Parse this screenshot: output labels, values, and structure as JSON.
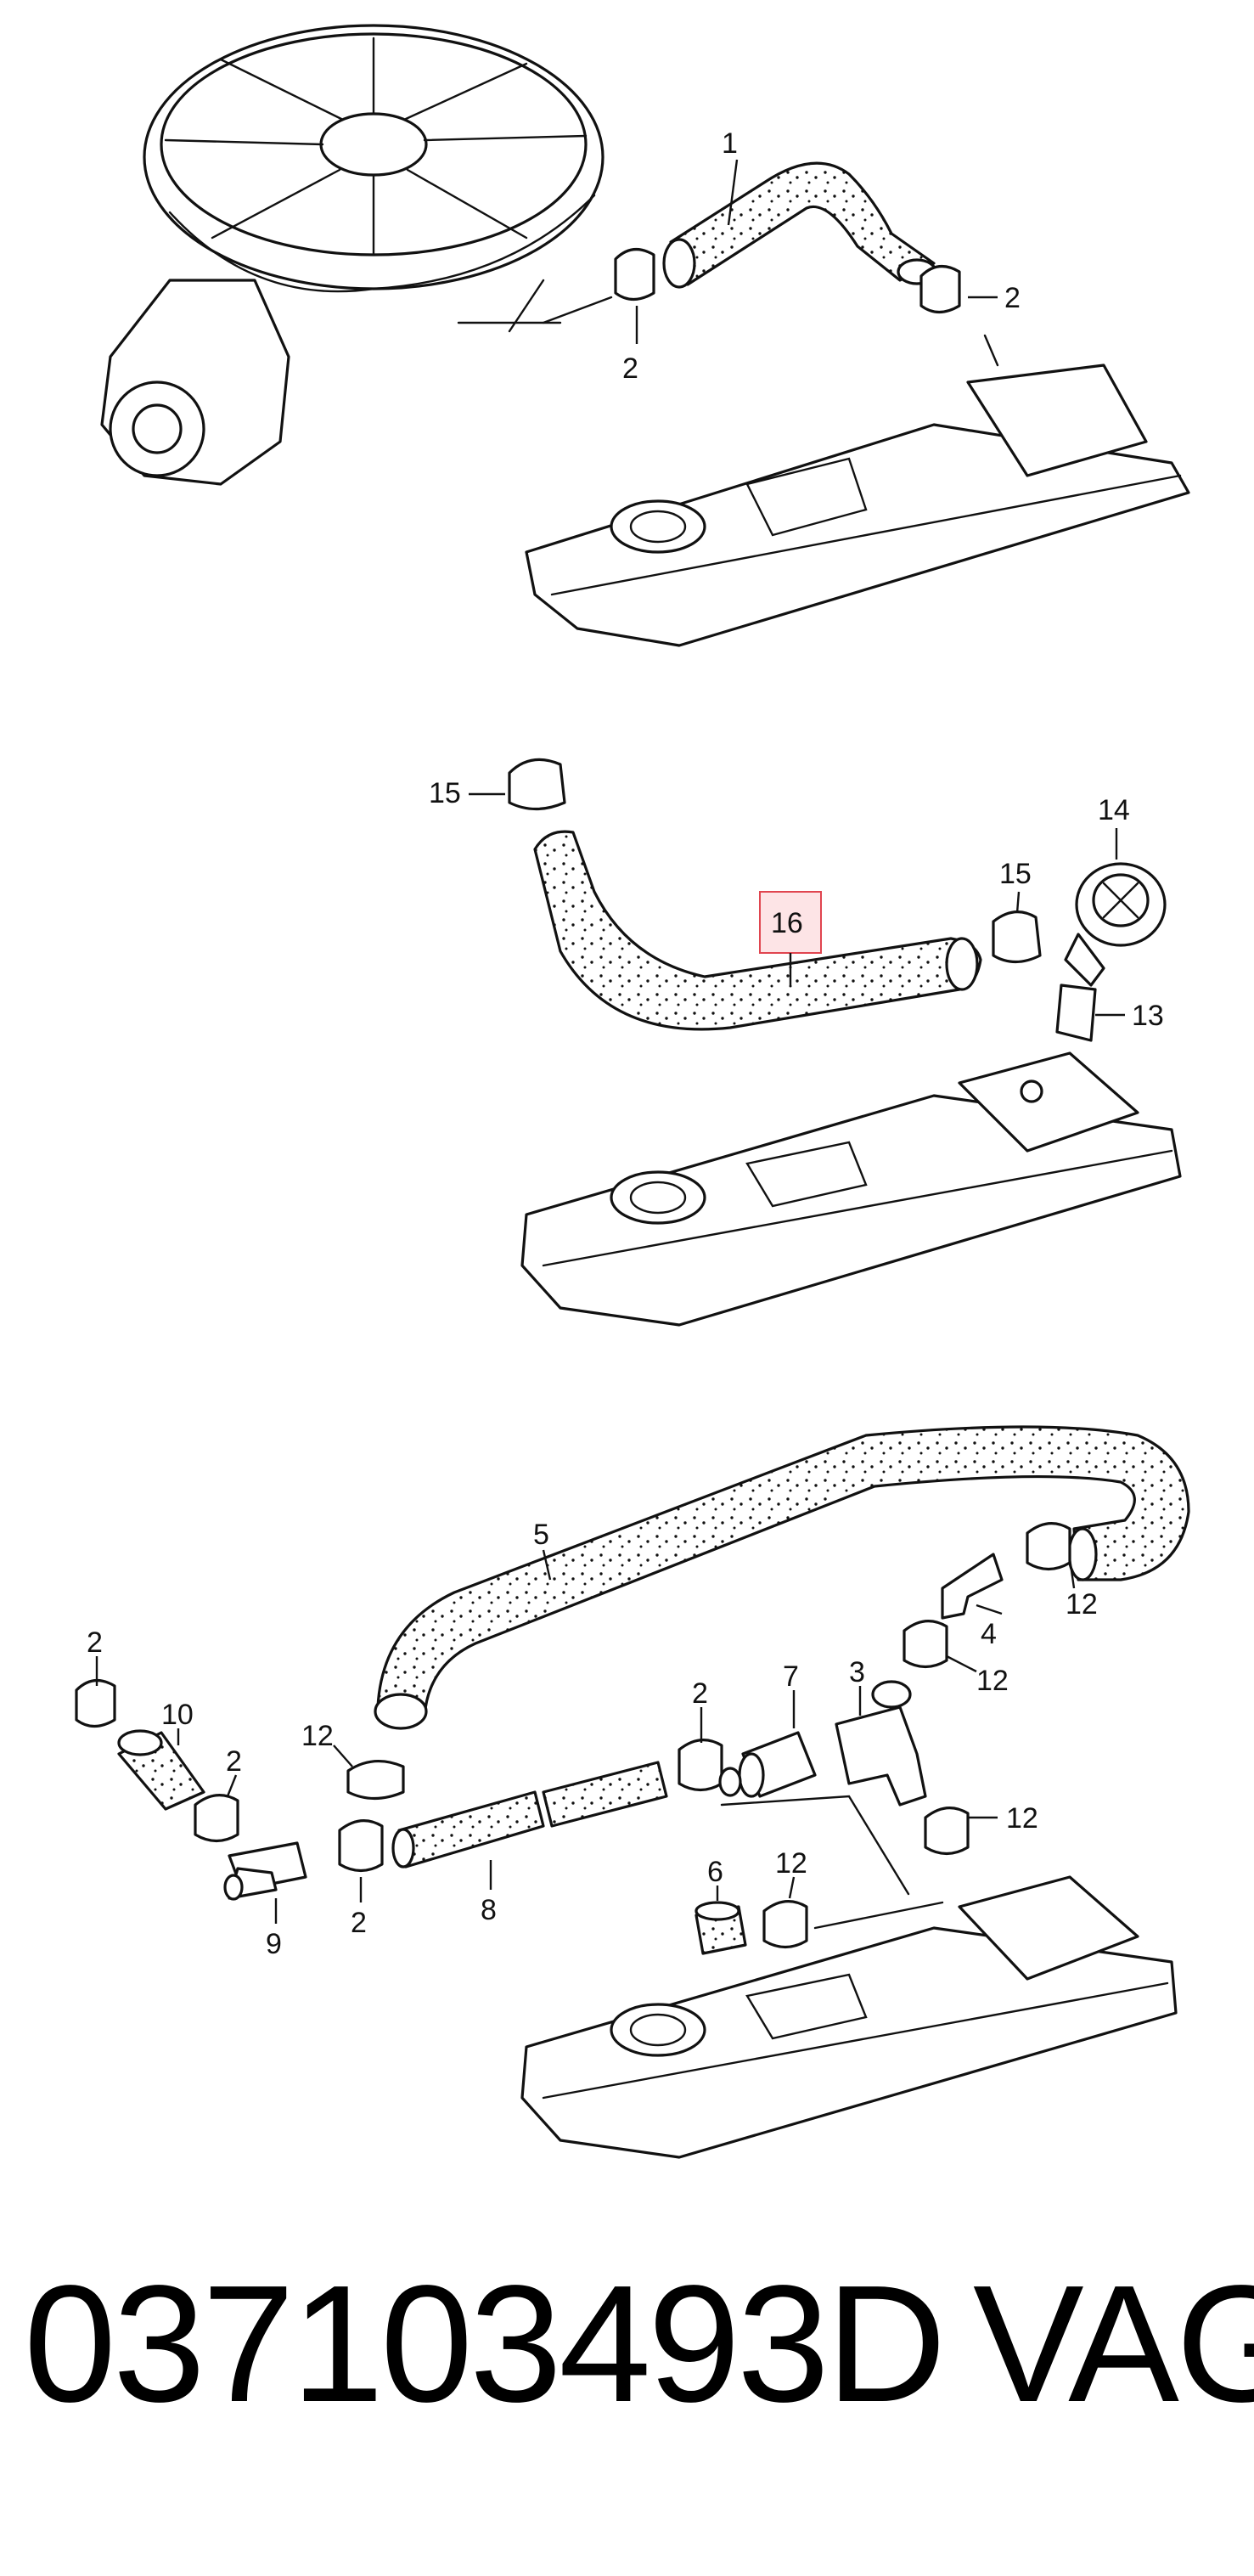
{
  "callouts": {
    "c1": "1",
    "c2a": "2",
    "c2b": "2",
    "c15a": "15",
    "c14": "14",
    "c15b": "15",
    "c16": "16",
    "c13": "13",
    "c5": "5",
    "c4": "4",
    "c12a": "12",
    "c12b": "12",
    "c2c": "2",
    "c10": "10",
    "c2d": "2",
    "c12c": "12",
    "c2e": "2",
    "c7": "7",
    "c3": "3",
    "c12d": "12",
    "c9": "9",
    "c2f": "2",
    "c8": "8",
    "c6": "6",
    "c12e": "12"
  },
  "highlight_color": "#e0454f",
  "footer": {
    "part_number": "037103493D",
    "brand": "VAG"
  }
}
